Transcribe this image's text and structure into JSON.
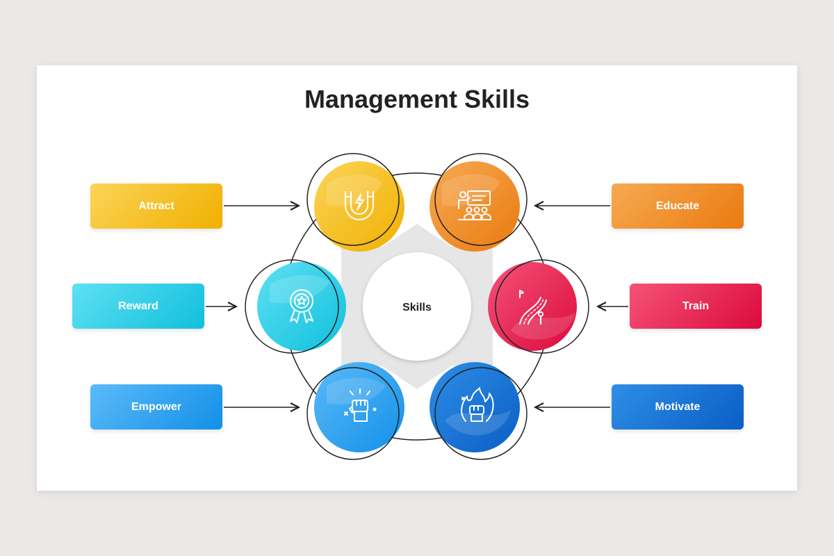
{
  "title": "Management Skills",
  "center_label": "Skills",
  "skills": [
    {
      "label": "Attract",
      "icon": "magnet-icon",
      "colors": [
        "#fbd458",
        "#f0b000"
      ]
    },
    {
      "label": "Educate",
      "icon": "presentation-icon",
      "colors": [
        "#f6aa52",
        "#ea7a10"
      ]
    },
    {
      "label": "Reward",
      "icon": "award-badge-icon",
      "colors": [
        "#5ee0f4",
        "#10c0dc"
      ]
    },
    {
      "label": "Train",
      "icon": "road-path-icon",
      "colors": [
        "#f45378",
        "#dc0a3c"
      ]
    },
    {
      "label": "Empower",
      "icon": "raised-fist-icon",
      "colors": [
        "#5cbaf8",
        "#1290e8"
      ]
    },
    {
      "label": "Motivate",
      "icon": "fist-flame-icon",
      "colors": [
        "#2e8ee6",
        "#0a5ec4"
      ]
    }
  ]
}
